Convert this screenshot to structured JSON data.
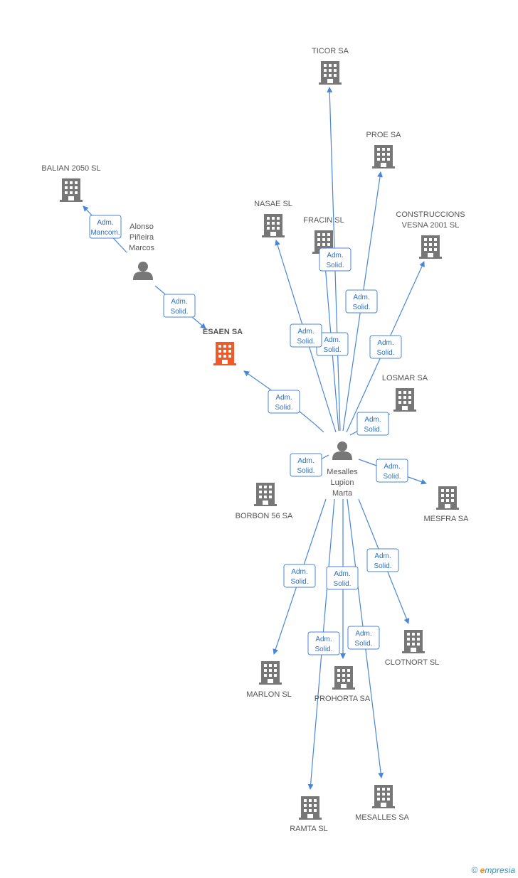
{
  "colors": {
    "edge": "#4a86d6",
    "company": "#777777",
    "focus": "#f05a28",
    "person": "#777777",
    "label": "#555555"
  },
  "nodes": [
    {
      "id": "ticor",
      "type": "company",
      "label": [
        "TICOR SA"
      ],
      "icon": "building-icon"
    },
    {
      "id": "proe",
      "type": "company",
      "label": [
        "PROE SA"
      ],
      "icon": "building-icon"
    },
    {
      "id": "balian",
      "type": "company",
      "label": [
        "BALIAN 2050 SL"
      ],
      "icon": "building-icon"
    },
    {
      "id": "nasae",
      "type": "company",
      "label": [
        "NASAE SL"
      ],
      "icon": "building-icon"
    },
    {
      "id": "fracin",
      "type": "company",
      "label": [
        "FRACIN SL"
      ],
      "icon": "building-icon"
    },
    {
      "id": "construccions",
      "type": "company",
      "label": [
        "CONSTRUCCIONS",
        "VESNA 2001 SL"
      ],
      "icon": "building-icon"
    },
    {
      "id": "alonso",
      "type": "person",
      "label": [
        "Alonso",
        "Piñeira",
        "Marcos"
      ],
      "icon": "person-icon"
    },
    {
      "id": "esaen",
      "type": "focus",
      "label": [
        "ESAEN SA"
      ],
      "icon": "building-icon"
    },
    {
      "id": "losmar",
      "type": "company",
      "label": [
        "LOSMAR SA"
      ],
      "icon": "building-icon"
    },
    {
      "id": "mesalles_p",
      "type": "person",
      "label": [
        "Mesalles",
        "Lupion",
        "Marta"
      ],
      "icon": "person-icon"
    },
    {
      "id": "borbon",
      "type": "company",
      "label": [
        "BORBON 56 SA"
      ],
      "icon": "building-icon"
    },
    {
      "id": "mesfra",
      "type": "company",
      "label": [
        "MESFRA SA"
      ],
      "icon": "building-icon"
    },
    {
      "id": "clotnort",
      "type": "company",
      "label": [
        "CLOTNORT  SL"
      ],
      "icon": "building-icon"
    },
    {
      "id": "marlon",
      "type": "company",
      "label": [
        "MARLON SL"
      ],
      "icon": "building-icon"
    },
    {
      "id": "prohorta",
      "type": "company",
      "label": [
        "PROHORTA SA"
      ],
      "icon": "building-icon"
    },
    {
      "id": "ramta",
      "type": "company",
      "label": [
        "RAMTA SL"
      ],
      "icon": "building-icon"
    },
    {
      "id": "mesalles_sa",
      "type": "company",
      "label": [
        "MESALLES SA"
      ],
      "icon": "building-icon"
    }
  ],
  "edges": [
    {
      "from": "alonso",
      "to": "balian",
      "label": [
        "Adm.",
        "Mancom."
      ]
    },
    {
      "from": "alonso",
      "to": "esaen",
      "label": [
        "Adm.",
        "Solid."
      ]
    },
    {
      "from": "mesalles_p",
      "to": "esaen",
      "label": [
        "Adm.",
        "Solid."
      ]
    },
    {
      "from": "mesalles_p",
      "to": "ticor",
      "label": [
        "Adm.",
        "Solid."
      ]
    },
    {
      "from": "mesalles_p",
      "to": "proe",
      "label": [
        "Adm.",
        "Solid."
      ]
    },
    {
      "from": "mesalles_p",
      "to": "nasae",
      "label": [
        "Adm.",
        "Solid."
      ]
    },
    {
      "from": "mesalles_p",
      "to": "fracin",
      "label": [
        "Adm.",
        "Solid."
      ]
    },
    {
      "from": "mesalles_p",
      "to": "construccions",
      "label": [
        "Adm.",
        "Solid."
      ]
    },
    {
      "from": "mesalles_p",
      "to": "losmar",
      "label": [
        "Adm.",
        "Solid."
      ]
    },
    {
      "from": "mesalles_p",
      "to": "borbon",
      "label": [
        "Adm.",
        "Solid."
      ]
    },
    {
      "from": "mesalles_p",
      "to": "mesfra",
      "label": [
        "Adm.",
        "Solid."
      ]
    },
    {
      "from": "mesalles_p",
      "to": "clotnort",
      "label": [
        "Adm.",
        "Solid."
      ]
    },
    {
      "from": "mesalles_p",
      "to": "marlon",
      "label": [
        "Adm.",
        "Solid."
      ]
    },
    {
      "from": "mesalles_p",
      "to": "prohorta",
      "label": [
        "Adm.",
        "Solid."
      ]
    },
    {
      "from": "mesalles_p",
      "to": "ramta",
      "label": [
        "Adm.",
        "Solid."
      ]
    },
    {
      "from": "mesalles_p",
      "to": "mesalles_sa",
      "label": [
        "Adm.",
        "Solid."
      ]
    }
  ],
  "footer": {
    "copyright": "©",
    "brand_initial": "e",
    "brand_rest": "mpresia"
  }
}
